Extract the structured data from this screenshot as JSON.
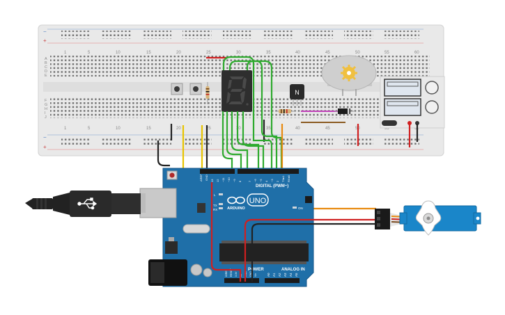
{
  "breadboard": {
    "column_numbers": [
      "1",
      "5",
      "10",
      "15",
      "20",
      "25",
      "30",
      "35",
      "40",
      "45",
      "50",
      "55",
      "60"
    ],
    "row_letters_top": [
      "A",
      "B",
      "C",
      "D",
      "E"
    ],
    "row_letters_bottom": [
      "F",
      "G",
      "H",
      "I",
      "J"
    ],
    "rail_plus": "+",
    "rail_minus": "−"
  },
  "seven_segment": {
    "digit": "8"
  },
  "transistor": {
    "label": "N"
  },
  "arduino": {
    "brand": "ARDUINO",
    "model": "UNO",
    "aref_label": "AREF",
    "gnd_label": "GND",
    "digital_label": "DIGITAL (PWM~)",
    "pin_labels": [
      "13",
      "12",
      "~11",
      "~10",
      "~9",
      "8",
      "7",
      "~6",
      "~5",
      "4",
      "~3",
      "2",
      "TX▸1",
      "RX◂0"
    ],
    "tx_label": "TX",
    "rx_label": "RX",
    "l_label": "L",
    "on_label": "ON",
    "power_label": "POWER",
    "analog_label": "ANALOG IN",
    "power_pins": [
      "IOREF",
      "RESET",
      "3.3V",
      "5V",
      "GND",
      "GND",
      "Vin"
    ],
    "analog_pins": [
      "A0",
      "A1",
      "A2",
      "A3",
      "A4",
      "A5"
    ]
  },
  "colors": {
    "board_blue": "#1f6fa8",
    "breadboard": "#e9e9e9",
    "wire_green": "#2eaa2e",
    "wire_yellow": "#e8c400",
    "wire_red": "#d02020",
    "wire_black": "#222222",
    "wire_orange": "#e88a10",
    "servo_blue": "#1a86c9"
  }
}
